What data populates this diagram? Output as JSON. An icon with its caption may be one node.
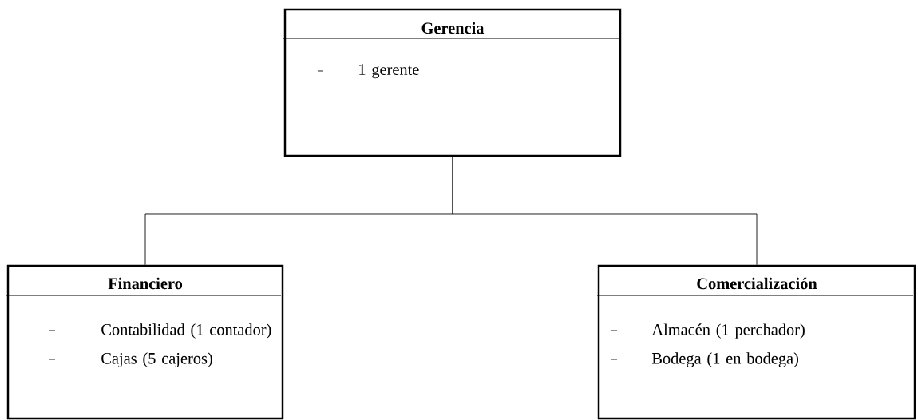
{
  "diagram": {
    "nodes": [
      {
        "text": [
          "Gerencia",
          "1 gerente"
        ]
      },
      {
        "text": [
          "Financiero",
          "Contabilidad (1 contador)",
          "Cajas (5 cajeros)"
        ]
      },
      {
        "text": [
          "Comercialización",
          "Almacén (1 perchador)",
          "Bodega (1 en bodega)"
        ]
      }
    ],
    "edges": [
      {
        "from": 0,
        "to": 1,
        "arrow": "none"
      },
      {
        "from": 0,
        "to": 2,
        "arrow": "none"
      }
    ]
  }
}
